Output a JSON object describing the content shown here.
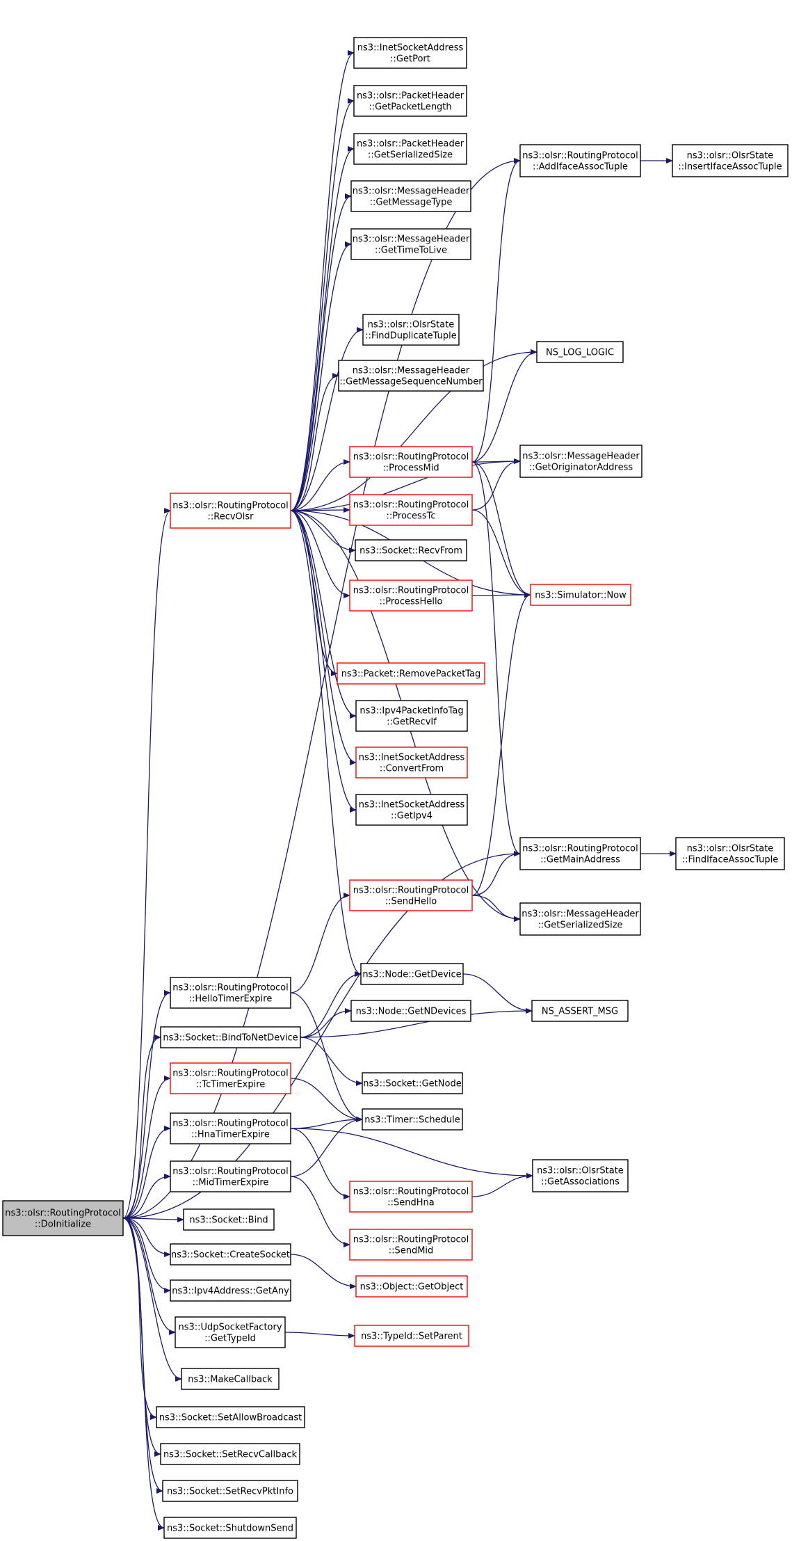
{
  "colors": {
    "edge": "#191970",
    "normal_border": "#000000",
    "truncated_border": "#ff0000",
    "root_fill": "#bfbfbf",
    "node_fill": "#ffffff"
  },
  "nodes": [
    {
      "id": "doinit",
      "lines": [
        "ns3::olsr::RoutingProtocol",
        "::DoInitialize"
      ],
      "style": "root"
    },
    {
      "id": "recvolsr",
      "lines": [
        "ns3::olsr::RoutingProtocol",
        "::RecvOlsr"
      ],
      "style": "truncated"
    },
    {
      "id": "getport",
      "lines": [
        "ns3::InetSocketAddress",
        "::GetPort"
      ],
      "style": "normal"
    },
    {
      "id": "getpacketlength",
      "lines": [
        "ns3::olsr::PacketHeader",
        "::GetPacketLength"
      ],
      "style": "normal"
    },
    {
      "id": "ph_getserializedsize",
      "lines": [
        "ns3::olsr::PacketHeader",
        "::GetSerializedSize"
      ],
      "style": "normal"
    },
    {
      "id": "getmessagetype",
      "lines": [
        "ns3::olsr::MessageHeader",
        "::GetMessageType"
      ],
      "style": "normal"
    },
    {
      "id": "gettimetolive",
      "lines": [
        "ns3::olsr::MessageHeader",
        "::GetTimeToLive"
      ],
      "style": "normal"
    },
    {
      "id": "findduplicatetuple",
      "lines": [
        "ns3::olsr::OlsrState",
        "::FindDuplicateTuple"
      ],
      "style": "normal"
    },
    {
      "id": "getmsgseqnum",
      "lines": [
        "ns3::olsr::MessageHeader",
        "::GetMessageSequenceNumber"
      ],
      "style": "normal"
    },
    {
      "id": "processmid",
      "lines": [
        "ns3::olsr::RoutingProtocol",
        "::ProcessMid"
      ],
      "style": "truncated"
    },
    {
      "id": "processtc",
      "lines": [
        "ns3::olsr::RoutingProtocol",
        "::ProcessTc"
      ],
      "style": "truncated"
    },
    {
      "id": "recvfrom",
      "lines": [
        "ns3::Socket::RecvFrom"
      ],
      "style": "normal"
    },
    {
      "id": "processhello",
      "lines": [
        "ns3::olsr::RoutingProtocol",
        "::ProcessHello"
      ],
      "style": "truncated"
    },
    {
      "id": "removepackettag",
      "lines": [
        "ns3::Packet::RemovePacketTag"
      ],
      "style": "truncated"
    },
    {
      "id": "getrecvif",
      "lines": [
        "ns3::Ipv4PacketInfoTag",
        "::GetRecvIf"
      ],
      "style": "normal"
    },
    {
      "id": "convertfrom",
      "lines": [
        "ns3::InetSocketAddress",
        "::ConvertFrom"
      ],
      "style": "truncated"
    },
    {
      "id": "getipv4",
      "lines": [
        "ns3::InetSocketAddress",
        "::GetIpv4"
      ],
      "style": "normal"
    },
    {
      "id": "addifaceassoctuple",
      "lines": [
        "ns3::olsr::RoutingProtocol",
        "::AddIfaceAssocTuple"
      ],
      "style": "normal"
    },
    {
      "id": "insertifaceassoctuple",
      "lines": [
        "ns3::olsr::OlsrState",
        "::InsertIfaceAssocTuple"
      ],
      "style": "normal"
    },
    {
      "id": "ns_log_logic",
      "lines": [
        "NS_LOG_LOGIC"
      ],
      "style": "normal"
    },
    {
      "id": "getoriginatoraddress",
      "lines": [
        "ns3::olsr::MessageHeader",
        "::GetOriginatorAddress"
      ],
      "style": "normal"
    },
    {
      "id": "simulatornow",
      "lines": [
        "ns3::Simulator::Now"
      ],
      "style": "truncated"
    },
    {
      "id": "getmainaddress",
      "lines": [
        "ns3::olsr::RoutingProtocol",
        "::GetMainAddress"
      ],
      "style": "normal"
    },
    {
      "id": "findifaceassoctuple",
      "lines": [
        "ns3::olsr::OlsrState",
        "::FindIfaceAssocTuple"
      ],
      "style": "normal"
    },
    {
      "id": "sendhello",
      "lines": [
        "ns3::olsr::RoutingProtocol",
        "::SendHello"
      ],
      "style": "truncated"
    },
    {
      "id": "mh_getserializedsize",
      "lines": [
        "ns3::olsr::MessageHeader",
        "::GetSerializedSize"
      ],
      "style": "normal"
    },
    {
      "id": "hellotimerexpire",
      "lines": [
        "ns3::olsr::RoutingProtocol",
        "::HelloTimerExpire"
      ],
      "style": "normal"
    },
    {
      "id": "nodegetdevice",
      "lines": [
        "ns3::Node::GetDevice"
      ],
      "style": "normal"
    },
    {
      "id": "bindtonetdevice",
      "lines": [
        "ns3::Socket::BindToNetDevice"
      ],
      "style": "normal"
    },
    {
      "id": "getndevices",
      "lines": [
        "ns3::Node::GetNDevices"
      ],
      "style": "normal"
    },
    {
      "id": "ns_assert_msg",
      "lines": [
        "NS_ASSERT_MSG"
      ],
      "style": "normal"
    },
    {
      "id": "tctimerexpire",
      "lines": [
        "ns3::olsr::RoutingProtocol",
        "::TcTimerExpire"
      ],
      "style": "truncated"
    },
    {
      "id": "socketgetnode",
      "lines": [
        "ns3::Socket::GetNode"
      ],
      "style": "normal"
    },
    {
      "id": "hnatimerexpire",
      "lines": [
        "ns3::olsr::RoutingProtocol",
        "::HnaTimerExpire"
      ],
      "style": "normal"
    },
    {
      "id": "timerschedule",
      "lines": [
        "ns3::Timer::Schedule"
      ],
      "style": "normal"
    },
    {
      "id": "midtimerexpire",
      "lines": [
        "ns3::olsr::RoutingProtocol",
        "::MidTimerExpire"
      ],
      "style": "normal"
    },
    {
      "id": "getassociations",
      "lines": [
        "ns3::olsr::OlsrState",
        "::GetAssociations"
      ],
      "style": "normal"
    },
    {
      "id": "sendhna",
      "lines": [
        "ns3::olsr::RoutingProtocol",
        "::SendHna"
      ],
      "style": "truncated"
    },
    {
      "id": "sendmid",
      "lines": [
        "ns3::olsr::RoutingProtocol",
        "::SendMid"
      ],
      "style": "truncated"
    },
    {
      "id": "socketbind",
      "lines": [
        "ns3::Socket::Bind"
      ],
      "style": "normal"
    },
    {
      "id": "createsocket",
      "lines": [
        "ns3::Socket::CreateSocket"
      ],
      "style": "normal"
    },
    {
      "id": "getobject",
      "lines": [
        "ns3::Object::GetObject"
      ],
      "style": "truncated"
    },
    {
      "id": "getany",
      "lines": [
        "ns3::Ipv4Address::GetAny"
      ],
      "style": "normal"
    },
    {
      "id": "udpgettypeid",
      "lines": [
        "ns3::UdpSocketFactory",
        "::GetTypeId"
      ],
      "style": "normal"
    },
    {
      "id": "setparent",
      "lines": [
        "ns3::TypeId::SetParent"
      ],
      "style": "truncated"
    },
    {
      "id": "makecallback",
      "lines": [
        "ns3::MakeCallback"
      ],
      "style": "normal"
    },
    {
      "id": "setallowbroadcast",
      "lines": [
        "ns3::Socket::SetAllowBroadcast"
      ],
      "style": "normal"
    },
    {
      "id": "setrecvcallback",
      "lines": [
        "ns3::Socket::SetRecvCallback"
      ],
      "style": "normal"
    },
    {
      "id": "setrecvpktinfo",
      "lines": [
        "ns3::Socket::SetRecvPktInfo"
      ],
      "style": "normal"
    },
    {
      "id": "shutdownsend",
      "lines": [
        "ns3::Socket::ShutdownSend"
      ],
      "style": "normal"
    }
  ],
  "edges": [
    {
      "from": "doinit",
      "to": "recvolsr"
    },
    {
      "from": "doinit",
      "to": "addifaceassoctuple"
    },
    {
      "from": "doinit",
      "to": "getmainaddress"
    },
    {
      "from": "doinit",
      "to": "hellotimerexpire"
    },
    {
      "from": "doinit",
      "to": "bindtonetdevice"
    },
    {
      "from": "doinit",
      "to": "tctimerexpire"
    },
    {
      "from": "doinit",
      "to": "hnatimerexpire"
    },
    {
      "from": "doinit",
      "to": "midtimerexpire"
    },
    {
      "from": "doinit",
      "to": "socketbind"
    },
    {
      "from": "doinit",
      "to": "createsocket"
    },
    {
      "from": "doinit",
      "to": "getany"
    },
    {
      "from": "doinit",
      "to": "udpgettypeid"
    },
    {
      "from": "doinit",
      "to": "makecallback"
    },
    {
      "from": "doinit",
      "to": "setallowbroadcast"
    },
    {
      "from": "doinit",
      "to": "setrecvcallback"
    },
    {
      "from": "doinit",
      "to": "setrecvpktinfo"
    },
    {
      "from": "doinit",
      "to": "shutdownsend"
    },
    {
      "from": "recvolsr",
      "to": "getport"
    },
    {
      "from": "recvolsr",
      "to": "getpacketlength"
    },
    {
      "from": "recvolsr",
      "to": "ph_getserializedsize"
    },
    {
      "from": "recvolsr",
      "to": "getmessagetype"
    },
    {
      "from": "recvolsr",
      "to": "gettimetolive"
    },
    {
      "from": "recvolsr",
      "to": "ns_log_logic"
    },
    {
      "from": "recvolsr",
      "to": "findduplicatetuple"
    },
    {
      "from": "recvolsr",
      "to": "getmsgseqnum"
    },
    {
      "from": "recvolsr",
      "to": "getoriginatoraddress"
    },
    {
      "from": "recvolsr",
      "to": "processmid"
    },
    {
      "from": "recvolsr",
      "to": "processtc"
    },
    {
      "from": "recvolsr",
      "to": "recvfrom"
    },
    {
      "from": "recvolsr",
      "to": "processhello"
    },
    {
      "from": "recvolsr",
      "to": "simulatornow"
    },
    {
      "from": "recvolsr",
      "to": "removepackettag"
    },
    {
      "from": "recvolsr",
      "to": "getrecvif"
    },
    {
      "from": "recvolsr",
      "to": "convertfrom"
    },
    {
      "from": "recvolsr",
      "to": "getipv4"
    },
    {
      "from": "recvolsr",
      "to": "mh_getserializedsize"
    },
    {
      "from": "recvolsr",
      "to": "nodegetdevice"
    },
    {
      "from": "processmid",
      "to": "addifaceassoctuple"
    },
    {
      "from": "processmid",
      "to": "ns_log_logic"
    },
    {
      "from": "processmid",
      "to": "getoriginatoraddress"
    },
    {
      "from": "processmid",
      "to": "simulatornow"
    },
    {
      "from": "processmid",
      "to": "getmainaddress"
    },
    {
      "from": "processtc",
      "to": "getoriginatoraddress"
    },
    {
      "from": "processtc",
      "to": "simulatornow"
    },
    {
      "from": "processhello",
      "to": "simulatornow"
    },
    {
      "from": "addifaceassoctuple",
      "to": "insertifaceassoctuple"
    },
    {
      "from": "getmainaddress",
      "to": "findifaceassoctuple"
    },
    {
      "from": "sendhello",
      "to": "simulatornow"
    },
    {
      "from": "sendhello",
      "to": "getmainaddress"
    },
    {
      "from": "sendhello",
      "to": "mh_getserializedsize"
    },
    {
      "from": "hellotimerexpire",
      "to": "sendhello"
    },
    {
      "from": "hellotimerexpire",
      "to": "timerschedule"
    },
    {
      "from": "bindtonetdevice",
      "to": "nodegetdevice"
    },
    {
      "from": "bindtonetdevice",
      "to": "getndevices"
    },
    {
      "from": "bindtonetdevice",
      "to": "ns_assert_msg"
    },
    {
      "from": "bindtonetdevice",
      "to": "socketgetnode"
    },
    {
      "from": "nodegetdevice",
      "to": "ns_assert_msg"
    },
    {
      "from": "tctimerexpire",
      "to": "timerschedule"
    },
    {
      "from": "hnatimerexpire",
      "to": "timerschedule"
    },
    {
      "from": "hnatimerexpire",
      "to": "getassociations"
    },
    {
      "from": "hnatimerexpire",
      "to": "sendhna"
    },
    {
      "from": "midtimerexpire",
      "to": "timerschedule"
    },
    {
      "from": "midtimerexpire",
      "to": "sendmid"
    },
    {
      "from": "sendhna",
      "to": "getassociations"
    },
    {
      "from": "createsocket",
      "to": "getobject"
    },
    {
      "from": "udpgettypeid",
      "to": "setparent"
    }
  ]
}
